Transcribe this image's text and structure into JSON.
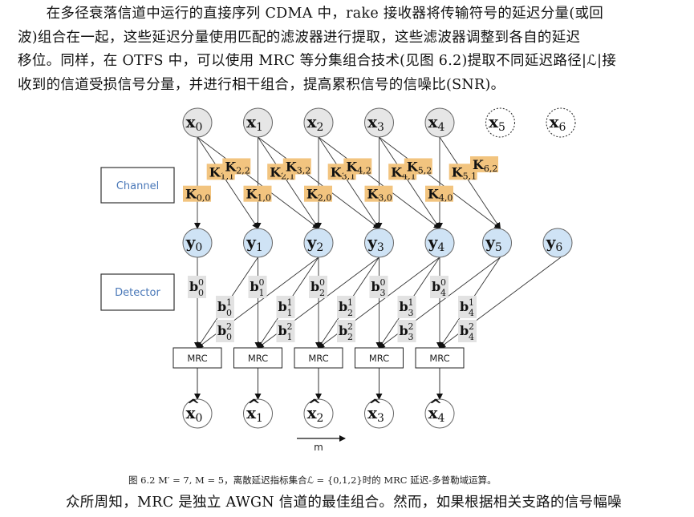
{
  "paragraph_top": [
    "　　在多径衰落信道中运行的直接序列 CDMA 中，rake 接收器将传输符号的延迟分量(或回",
    "波)组合在一起，这些延迟分量使用匹配的滤波器进行提取，这些滤波器调整到各自的延迟",
    "移位。同样，在 OTFS 中，可以使用 MRC 等分集组合技术(见图 6.2)提取不同延迟路径|ℒ|接",
    "收到的信道受损信号分量，并进行相干组合，提高累积信号的信噪比(SNR)。"
  ],
  "diagram": {
    "side_labels": {
      "channel": "Channel",
      "detector": "Detector"
    },
    "x_nodes": [
      {
        "base": "x",
        "sub": "0",
        "dashed": false
      },
      {
        "base": "x",
        "sub": "1",
        "dashed": false
      },
      {
        "base": "x",
        "sub": "2",
        "dashed": false
      },
      {
        "base": "x",
        "sub": "3",
        "dashed": false
      },
      {
        "base": "x",
        "sub": "4",
        "dashed": false
      },
      {
        "base": "x",
        "sub": "5",
        "dashed": true
      },
      {
        "base": "x",
        "sub": "6",
        "dashed": true
      }
    ],
    "y_nodes": [
      {
        "base": "y",
        "sub": "0"
      },
      {
        "base": "y",
        "sub": "1"
      },
      {
        "base": "y",
        "sub": "2"
      },
      {
        "base": "y",
        "sub": "3"
      },
      {
        "base": "y",
        "sub": "4"
      },
      {
        "base": "y",
        "sub": "5"
      },
      {
        "base": "y",
        "sub": "6"
      }
    ],
    "xhat_nodes": [
      {
        "base": "x̂",
        "sub": "0"
      },
      {
        "base": "x̂",
        "sub": "1"
      },
      {
        "base": "x̂",
        "sub": "2"
      },
      {
        "base": "x̂",
        "sub": "3"
      },
      {
        "base": "x̂",
        "sub": "4"
      }
    ],
    "mrc_label": "MRC",
    "mrc_count": 5,
    "channel_edges": [
      {
        "from": 0,
        "to": 0,
        "label": "K",
        "sub": "0,0"
      },
      {
        "from": 0,
        "to": 1,
        "label": "K",
        "sub": "1,1"
      },
      {
        "from": 0,
        "to": 2,
        "label": "K",
        "sub": "2,2"
      },
      {
        "from": 1,
        "to": 1,
        "label": "K",
        "sub": "1,0"
      },
      {
        "from": 1,
        "to": 2,
        "label": "K",
        "sub": "2,1"
      },
      {
        "from": 1,
        "to": 3,
        "label": "K",
        "sub": "3,2"
      },
      {
        "from": 2,
        "to": 2,
        "label": "K",
        "sub": "2,0"
      },
      {
        "from": 2,
        "to": 3,
        "label": "K",
        "sub": "3,1"
      },
      {
        "from": 2,
        "to": 4,
        "label": "K",
        "sub": "4,2"
      },
      {
        "from": 3,
        "to": 3,
        "label": "K",
        "sub": "3,0"
      },
      {
        "from": 3,
        "to": 4,
        "label": "K",
        "sub": "4,1"
      },
      {
        "from": 3,
        "to": 5,
        "label": "K",
        "sub": "5,2"
      },
      {
        "from": 4,
        "to": 4,
        "label": "K",
        "sub": "4,0"
      },
      {
        "from": 4,
        "to": 5,
        "label": "K",
        "sub": "5,1"
      },
      {
        "from": 4,
        "to": 6,
        "label": "K",
        "sub": "6,2",
        "line": false
      }
    ],
    "detector_edges": [
      {
        "y": 0,
        "mrc": 0,
        "label": "b",
        "sub": "0",
        "sup": "0"
      },
      {
        "y": 1,
        "mrc": 0,
        "label": "b",
        "sub": "0",
        "sup": "1"
      },
      {
        "y": 2,
        "mrc": 0,
        "label": "b",
        "sub": "0",
        "sup": "2"
      },
      {
        "y": 1,
        "mrc": 1,
        "label": "b",
        "sub": "1",
        "sup": "0"
      },
      {
        "y": 2,
        "mrc": 1,
        "label": "b",
        "sub": "1",
        "sup": "1"
      },
      {
        "y": 3,
        "mrc": 1,
        "label": "b",
        "sub": "1",
        "sup": "2"
      },
      {
        "y": 2,
        "mrc": 2,
        "label": "b",
        "sub": "2",
        "sup": "0"
      },
      {
        "y": 3,
        "mrc": 2,
        "label": "b",
        "sub": "2",
        "sup": "1"
      },
      {
        "y": 4,
        "mrc": 2,
        "label": "b",
        "sub": "2",
        "sup": "2"
      },
      {
        "y": 3,
        "mrc": 3,
        "label": "b",
        "sub": "3",
        "sup": "0"
      },
      {
        "y": 4,
        "mrc": 3,
        "label": "b",
        "sub": "3",
        "sup": "1"
      },
      {
        "y": 5,
        "mrc": 3,
        "label": "b",
        "sub": "3",
        "sup": "2"
      },
      {
        "y": 4,
        "mrc": 4,
        "label": "b",
        "sub": "4",
        "sup": "0"
      },
      {
        "y": 5,
        "mrc": 4,
        "label": "b",
        "sub": "4",
        "sup": "1"
      },
      {
        "y": 6,
        "mrc": 4,
        "label": "b",
        "sub": "4",
        "sup": "2"
      }
    ],
    "axis_label": "m",
    "colors": {
      "x_node_fill": "#e6e6e6",
      "y_node_fill": "#cfe3f5",
      "k_label_fill": "#f2c47f",
      "b_label_fill": "#e2e2e2",
      "side_label_text": "#4a78b8"
    }
  },
  "caption": "图 6.2  M′ = 7, M = 5，离散延迟指标集合ℒ = {0,1,2}时的 MRC 延迟-多普勒域运算。",
  "paragraph_bottom": "众所周知，MRC 是独立 AWGN 信道的最佳组合。然而，如果根据相关支路的信号幅噪"
}
